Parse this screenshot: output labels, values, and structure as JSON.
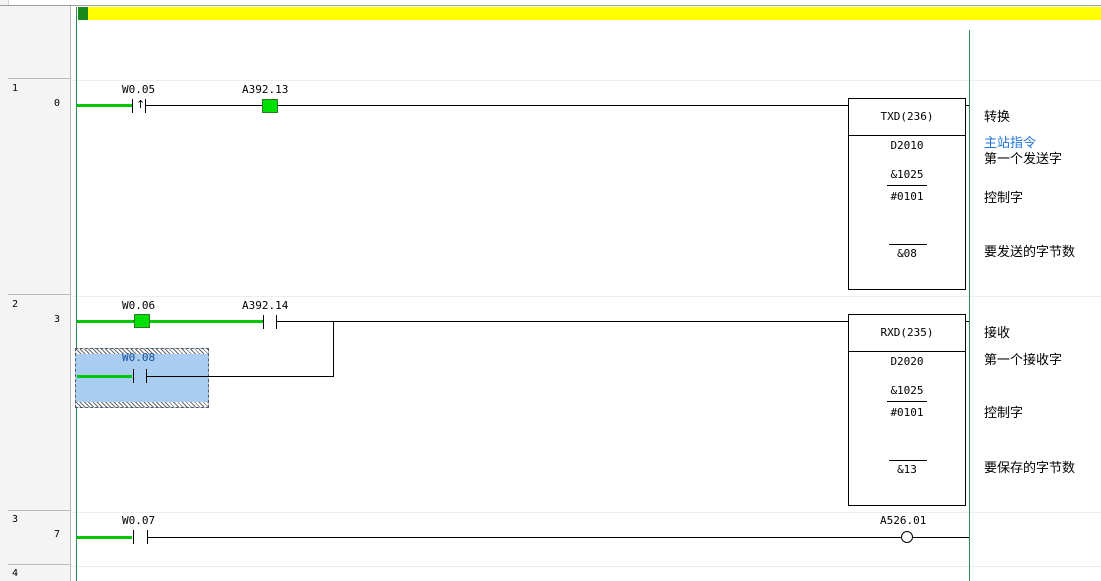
{
  "rungs": [
    {
      "rung_number": "1",
      "step": "0"
    },
    {
      "rung_number": "2",
      "step": "3"
    },
    {
      "rung_number": "3",
      "step": "7"
    },
    {
      "rung_number": "4",
      "step": ""
    }
  ],
  "rung1": {
    "contact1": {
      "operand": "W0.05",
      "type": "rising-edge"
    },
    "contact2": {
      "operand": "A392.13",
      "state": "on"
    },
    "instruction": {
      "name": "TXD(236)",
      "operands": [
        "D2010",
        "&1025",
        "#0101",
        "&08"
      ]
    },
    "comments": {
      "title": "转换",
      "note": "主站指令",
      "op1": "第一个发送字",
      "op3": "控制字",
      "op4": "要发送的字节数"
    }
  },
  "rung2": {
    "contact1": {
      "operand": "W0.06",
      "state": "on"
    },
    "contact2": {
      "operand": "A392.14",
      "state": "off"
    },
    "contact3": {
      "operand": "W0.08",
      "selected": true
    },
    "instruction": {
      "name": "RXD(235)",
      "operands": [
        "D2020",
        "&1025",
        "#0101",
        "&13"
      ]
    },
    "comments": {
      "title": "接收",
      "op1": "第一个接收字",
      "op3": "控制字",
      "op4": "要保存的字节数"
    }
  },
  "rung3": {
    "contact1": {
      "operand": "W0.07"
    },
    "coil": {
      "operand": "A526.01"
    }
  },
  "colors": {
    "power_flow": "#00c800",
    "selection": "#a8cdf0",
    "comment_link": "#1e73d8",
    "status_bar": "#ffff00"
  }
}
